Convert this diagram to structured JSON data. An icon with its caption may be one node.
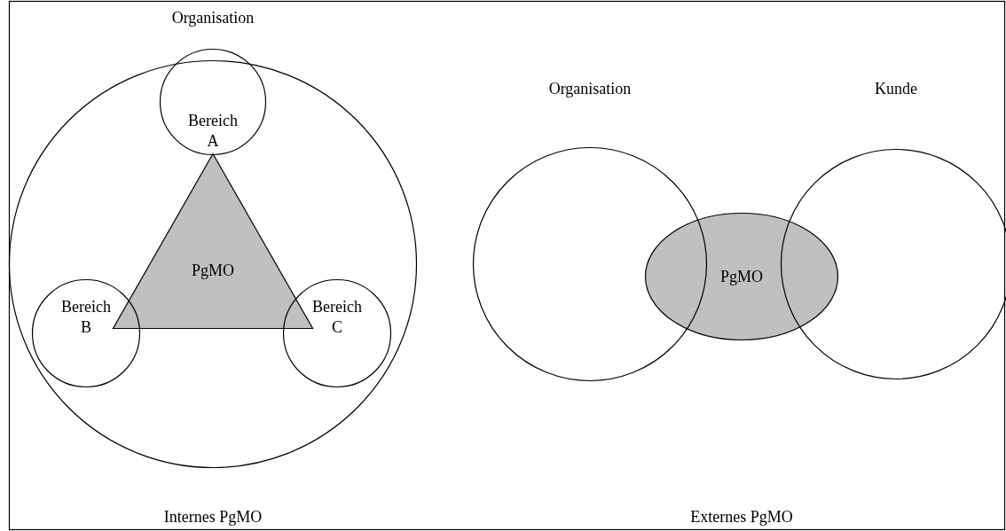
{
  "diagram": {
    "nodes": [
      {
        "text": [
          "Organisation"
        ]
      },
      {
        "text": [
          "Bereich A"
        ],
        "in": 0
      },
      {
        "text": [
          "PgMO"
        ],
        "in": 0
      },
      {
        "text": [
          "Bereich B"
        ],
        "in": 0
      },
      {
        "text": [
          "Bereich C"
        ],
        "in": 0
      },
      {
        "text": [
          "Organisation"
        ]
      },
      {
        "text": [
          "PgMO"
        ]
      },
      {
        "text": [
          "Kunde"
        ]
      }
    ],
    "edges": [],
    "labels": [
      "Internes PgMO",
      "Externes PgMO"
    ]
  }
}
